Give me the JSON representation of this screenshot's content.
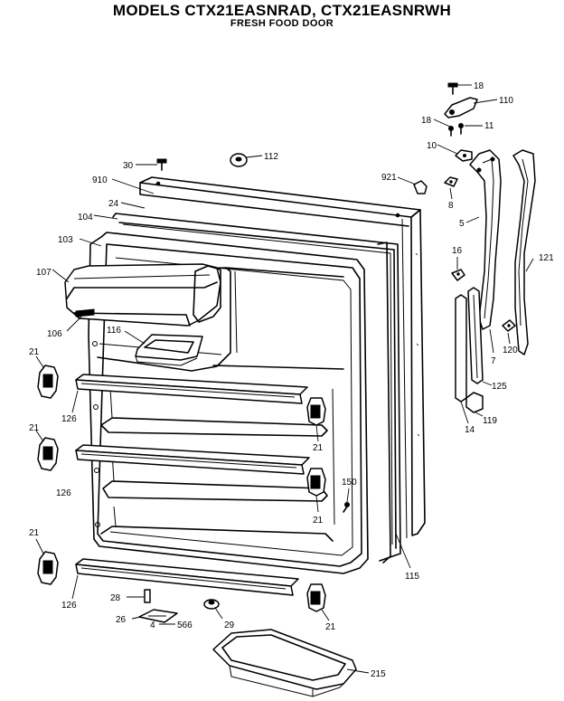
{
  "header": {
    "title": "MODELS CTX21EASNRAD, CTX21EASNRWH",
    "subtitle": "FRESH FOOD DOOR"
  },
  "callouts": {
    "c18a": "18",
    "c110": "110",
    "c18b": "18",
    "c11": "11",
    "c10": "10",
    "c30": "30",
    "c112": "112",
    "c910": "910",
    "c921": "921",
    "c24": "24",
    "c8": "8",
    "c104": "104",
    "c5": "5",
    "c103": "103",
    "c16": "16",
    "c121": "121",
    "c107": "107",
    "c106": "106",
    "c116": "116",
    "c120": "120",
    "c7": "7",
    "c21a": "21",
    "c125": "125",
    "c126a": "126",
    "c21b": "21",
    "c119": "119",
    "c14": "14",
    "c21c": "21",
    "c150": "150",
    "c126b": "126",
    "c21d": "21",
    "c21e": "21",
    "c115": "115",
    "c28": "28",
    "c126c": "126",
    "c26": "26",
    "c4": "4",
    "c566": "566",
    "c29": "29",
    "c21f": "21",
    "c215": "215"
  }
}
